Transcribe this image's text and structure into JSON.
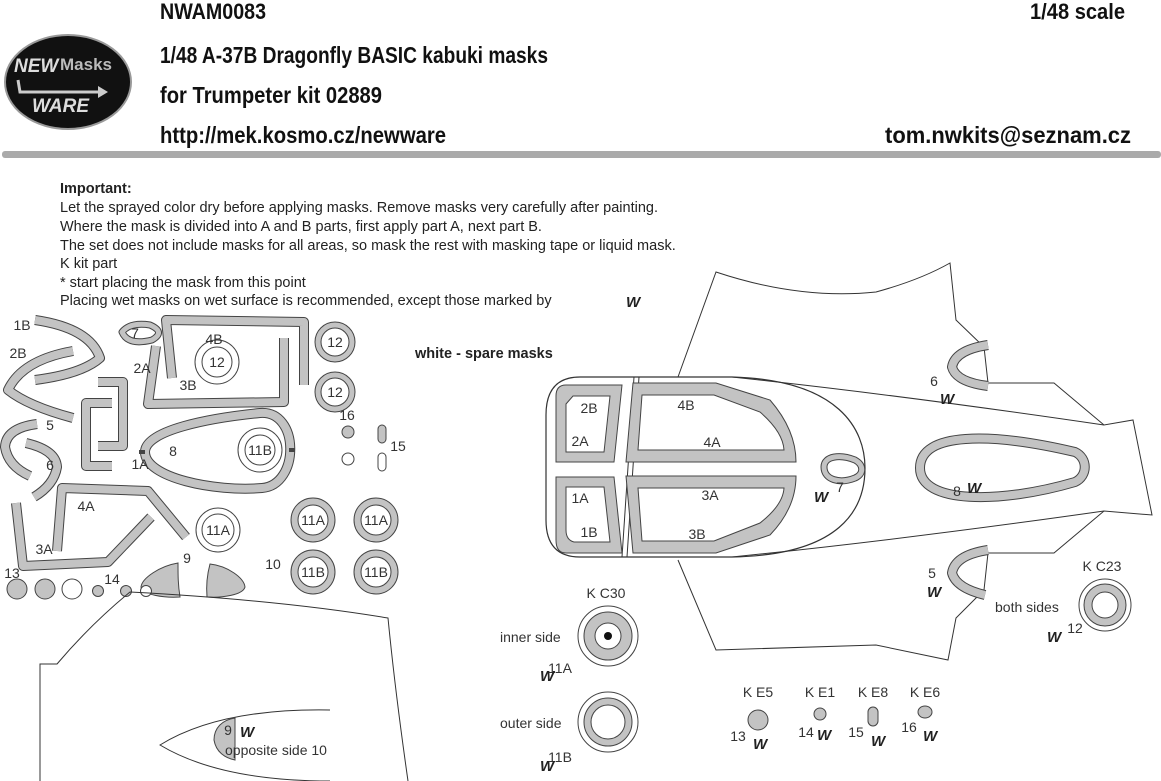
{
  "header": {
    "code": "NWAM0083",
    "scale": "1/48 scale",
    "title": "1/48  A-37B Dragonfly BASIC kabuki masks",
    "kit": "for Trumpeter kit 02889",
    "url": "http://mek.kosmo.cz/newware",
    "email": "tom.nwkits@seznam.cz"
  },
  "logo": {
    "line1": "NEW",
    "line2": "Masks",
    "line3": "WARE"
  },
  "instructions": {
    "heading": "Important:",
    "lines": [
      "Let the sprayed color dry before applying masks. Remove masks very carefully after painting.",
      "Where the mask is divided into A and B parts, first apply part A, next part B.",
      "The set does not include masks for all areas, so mask the rest with masking tape or liquid mask.",
      "K kit part",
      "*  start placing the mask from this point",
      "Placing wet masks on wet surface is recommended, except those marked by "
    ]
  },
  "wet_mark": "W",
  "spare_note": "white - spare masks",
  "sheet_labels": [
    "1B",
    "2B",
    "7",
    "2A",
    "4B",
    "3B",
    "12",
    "12",
    "12",
    "5",
    "6",
    "1A",
    "8",
    "11B",
    "16",
    "15",
    "4A",
    "3A",
    "11A",
    "11A",
    "11A",
    "9",
    "10",
    "11B",
    "11B",
    "13",
    "14",
    "9",
    "opposite side 10"
  ],
  "diagram_labels": [
    "2B",
    "2A",
    "1A",
    "1B",
    "4B",
    "4A",
    "3A",
    "3B",
    "7",
    "6",
    "8",
    "5",
    "K C23",
    "both sides",
    "12",
    "K C30",
    "inner side",
    "11A",
    "outer side",
    "11B",
    "K E5",
    "K E1",
    "K E8",
    "K E6",
    "13",
    "14",
    "15",
    "16"
  ],
  "colors": {
    "mask_gray": "#c3c3c3",
    "outline": "#444444",
    "header_bar": "#aaaaaa"
  }
}
